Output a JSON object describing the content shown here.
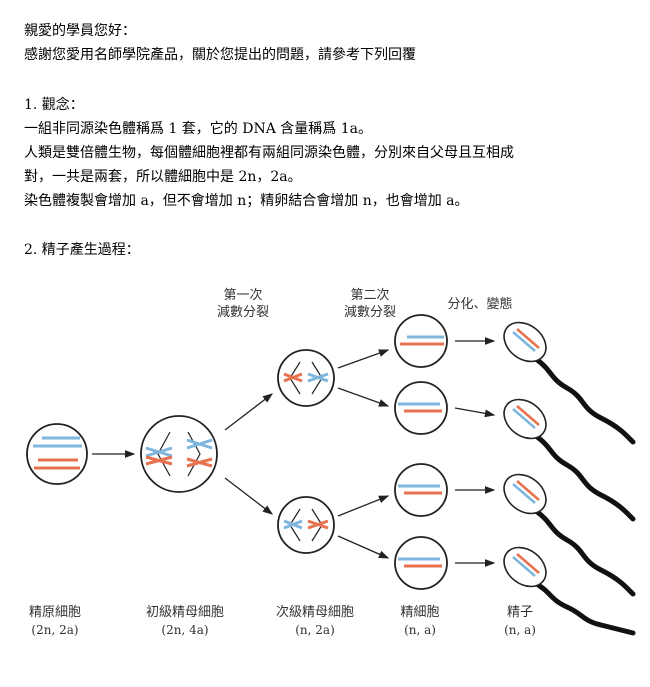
{
  "reply": {
    "greeting": "親愛的學員您好：",
    "intro": "感謝您愛用名師學院產品，關於您提出的問題，請參考下列回覆"
  },
  "section1": {
    "heading": "1.  觀念：",
    "lines": [
      "一組非同源染色體稱爲 1 套，它的 DNA 含量稱爲 1a。",
      "人類是雙倍體生物，每個體細胞裡都有兩組同源染色體，分別來自父母且互相成",
      "對，一共是兩套，所以體細胞中是 2n，2a。",
      "染色體複製會增加 a，但不會增加 n；精卵結合會增加 n，也會增加 a。"
    ]
  },
  "section2": {
    "heading": "2.  精子產生過程："
  },
  "diagram": {
    "stage_labels": {
      "meiosis1": [
        "第一次",
        "減數分裂"
      ],
      "meiosis2": [
        "第二次",
        "減數分裂"
      ],
      "differentiation": "分化、變態"
    },
    "cells": [
      {
        "name": "精原細胞",
        "ploidy": "(2n, 2a)"
      },
      {
        "name": "初級精母細胞",
        "ploidy": "(2n, 4a)"
      },
      {
        "name": "次級精母細胞",
        "ploidy": "(n, 2a)"
      },
      {
        "name": "精細胞",
        "ploidy": "(n, a)"
      },
      {
        "name": "精子",
        "ploidy": "(n, a)"
      }
    ],
    "colors": {
      "blue": "#7fb6de",
      "red": "#e8724f",
      "outline": "#222222"
    }
  }
}
